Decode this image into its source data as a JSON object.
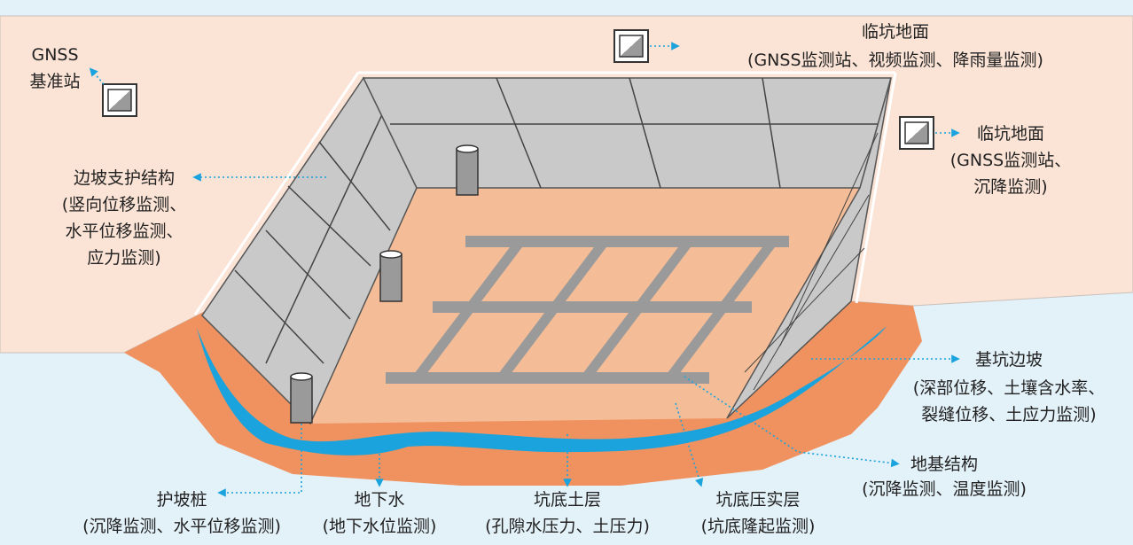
{
  "labels": {
    "gnss_base_line1": "GNSS",
    "gnss_base_line2": "基准站",
    "ground_top_title": "临坑地面",
    "ground_top_detail": "(GNSS监测站、视频监测、降雨量监测)",
    "ground_right_title": "临坑地面",
    "ground_right_line2": "(GNSS监测站、",
    "ground_right_line3": "沉降监测)",
    "slope_support_title": "边坡支护结构",
    "slope_support_line2": "(竖向位移监测、",
    "slope_support_line3": "水平位移监测、",
    "slope_support_line4": "应力监测)",
    "pit_slope_title": "基坑边坡",
    "pit_slope_line2": "(深部位移、土壤含水率、",
    "pit_slope_line3": "裂缝位移、土应力监测)",
    "foundation_title": "地基结构",
    "foundation_detail": "(沉降监测、温度监测)",
    "pile_title": "护坡桩",
    "pile_detail": "(沉降监测、水平位移监测)",
    "groundwater_title": "地下水",
    "groundwater_detail": "(地下水位监测)",
    "soil_title": "坑底土层",
    "soil_detail": "(孔隙水压力、土压力)",
    "compact_title": "坑底压实层",
    "compact_detail": "(坑底隆起监测)"
  },
  "colors": {
    "ground": "#fbe3d5",
    "water_bg": "#e3f1f9",
    "soil_dark": "#f0925f",
    "pit_floor": "#f4bd97",
    "groundwater": "#1aa3dc",
    "wall": "#c9c9c9",
    "grid": "#9a9a9a",
    "arrow": "#1aa3dc",
    "text": "#222222"
  }
}
